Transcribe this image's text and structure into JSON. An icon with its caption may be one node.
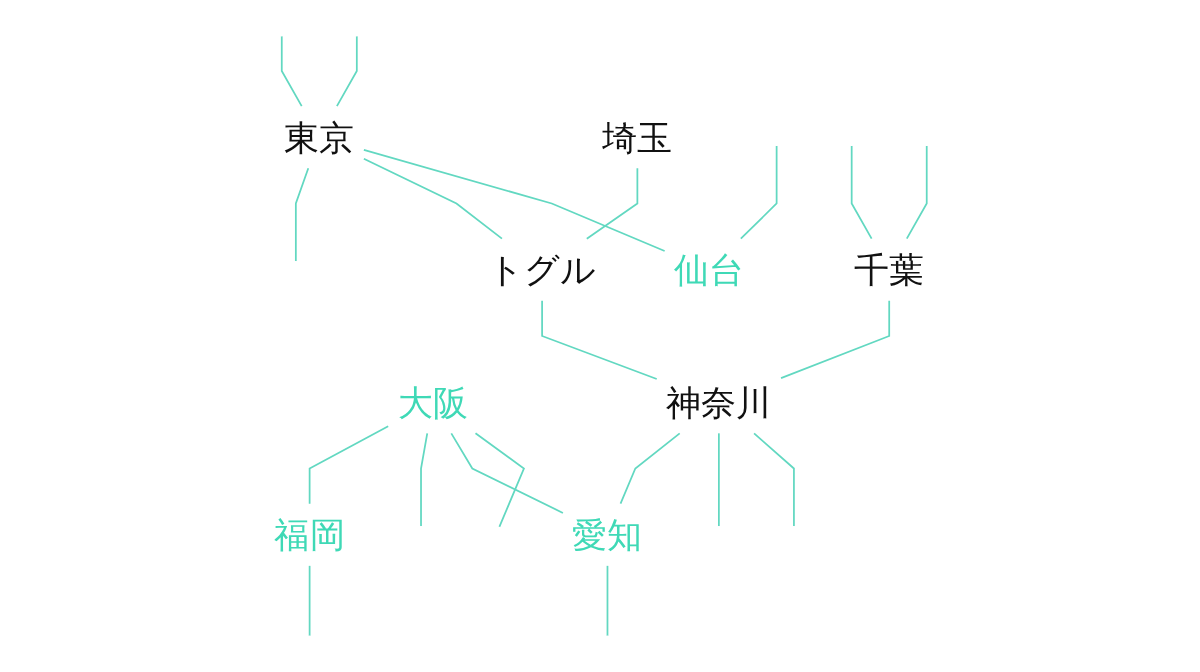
{
  "diagram": {
    "nodes": [
      {
        "text": [
          "東京"
        ]
      },
      {
        "text": [
          "埼玉"
        ]
      },
      {
        "text": [
          "トグル"
        ]
      },
      {
        "text": [
          "仙台"
        ]
      },
      {
        "text": [
          "大阪"
        ]
      },
      {
        "text": [
          "千葉"
        ]
      },
      {
        "text": [
          "神奈川"
        ]
      },
      {
        "text": [
          "福岡"
        ]
      },
      {
        "text": [
          "愛知"
        ]
      }
    ],
    "edges": [
      {
        "from": null,
        "to": 0,
        "arrow": "none"
      },
      {
        "from": null,
        "to": 0,
        "arrow": "none"
      },
      {
        "from": null,
        "to": 3,
        "arrow": "none"
      },
      {
        "from": 0,
        "to": 3,
        "arrow": "none"
      },
      {
        "from": 0,
        "to": 2,
        "arrow": "none"
      },
      {
        "from": 0,
        "to": null,
        "arrow": "none"
      },
      {
        "from": 1,
        "to": 2,
        "arrow": "none"
      },
      {
        "from": null,
        "to": 5,
        "arrow": "none"
      },
      {
        "from": null,
        "to": 5,
        "arrow": "none"
      },
      {
        "from": 2,
        "to": 6,
        "arrow": "none"
      },
      {
        "from": 5,
        "to": 6,
        "arrow": "none"
      },
      {
        "from": 4,
        "to": null,
        "arrow": "none"
      },
      {
        "from": 6,
        "to": null,
        "arrow": "none"
      },
      {
        "from": 6,
        "to": null,
        "arrow": "none"
      },
      {
        "from": 6,
        "to": 8,
        "arrow": "none"
      },
      {
        "from": 4,
        "to": 8,
        "arrow": "none"
      },
      {
        "from": 4,
        "to": null,
        "arrow": "none"
      },
      {
        "from": 4,
        "to": 7,
        "arrow": "none"
      },
      {
        "from": 8,
        "to": null,
        "arrow": "none"
      },
      {
        "from": 7,
        "to": null,
        "arrow": "none"
      }
    ]
  }
}
